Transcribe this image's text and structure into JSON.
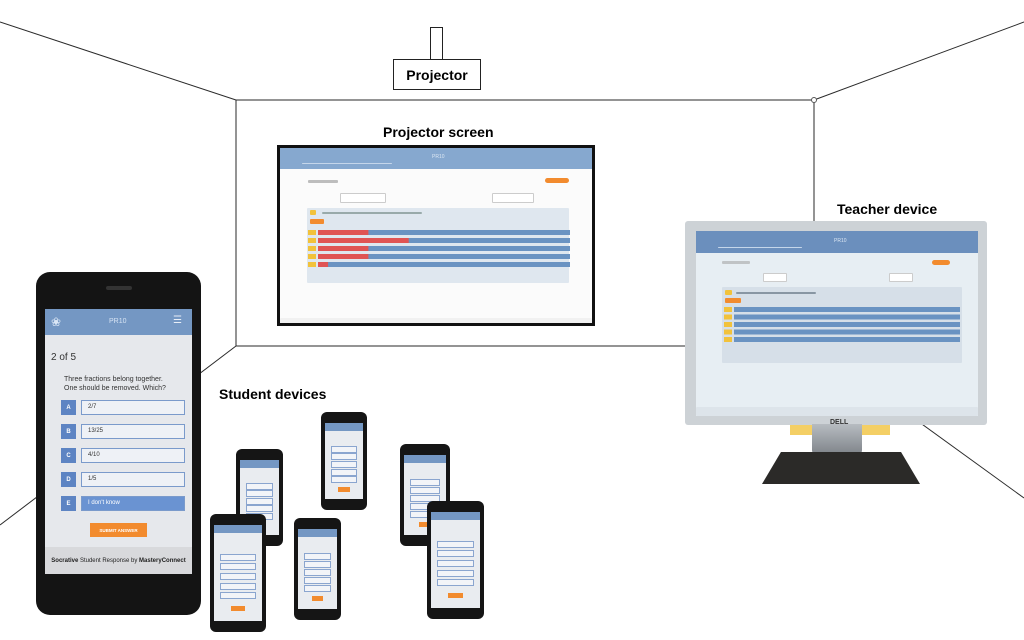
{
  "labels": {
    "projector": "Projector",
    "projector_screen": "Projector screen",
    "teacher_device": "Teacher device",
    "student_devices": "Student devices"
  },
  "student_app": {
    "header_title": "PR10",
    "progress": "2 of 5",
    "question": "Three fractions belong together. One should be removed. Which?",
    "choices": [
      {
        "letter": "A",
        "text": "2/7"
      },
      {
        "letter": "B",
        "text": "13/25"
      },
      {
        "letter": "C",
        "text": "4/10"
      },
      {
        "letter": "D",
        "text": "1/5"
      },
      {
        "letter": "E",
        "text": "I don't know"
      }
    ],
    "selected_choice": "E",
    "submit_label": "SUBMIT ANSWER",
    "footer_brand": "Socrative",
    "footer_middle": " Student Response by ",
    "footer_company": "MasteryConnect"
  },
  "teacher_app": {
    "header_title": "PR10",
    "monitor_brand": "DELL"
  },
  "colors": {
    "app_header": "#86a8cf",
    "bar_red": "#e05454",
    "bar_blue": "#6a93c2",
    "accent_orange": "#f28b2e",
    "choice_blue": "#5d84c3",
    "selected_blue": "#6a93d2"
  },
  "projected_results": [
    {
      "share": 0.2
    },
    {
      "share": 0.36
    },
    {
      "share": 0.2
    },
    {
      "share": 0.2
    },
    {
      "share": 0.04
    }
  ]
}
